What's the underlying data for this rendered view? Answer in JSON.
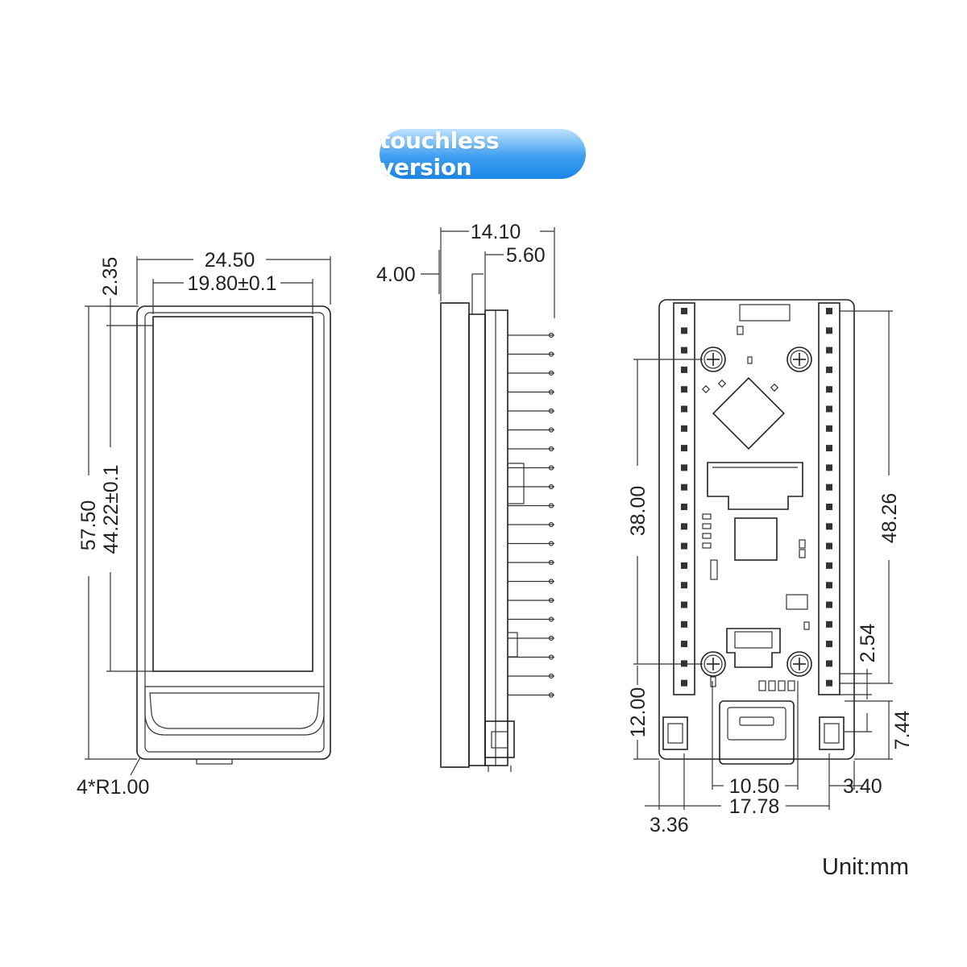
{
  "header": {
    "version_label": "touchless version"
  },
  "front_view": {
    "width_outer": "24.50",
    "width_inner": "19.80±0.1",
    "top_offset": "2.35",
    "height_outer": "57.50",
    "height_inner": "44.22±0.1",
    "corner_radius": "4*R1.00"
  },
  "side_view": {
    "total_depth": "14.10",
    "pin_depth": "5.60",
    "panel_depth": "4.00"
  },
  "back_view": {
    "hole_spacing_vertical": "38.00",
    "pin_row_length": "48.26",
    "pin_pitch": "2.54",
    "bottom_hole_offset": "12.00",
    "usb_offset": "7.44",
    "usb_width": "10.50",
    "right_offset": "3.40",
    "pin_row_spacing": "17.78",
    "left_offset": "3.36"
  },
  "footer": {
    "unit": "Unit:mm"
  },
  "colors": {
    "pill_top": "#bfe2fb",
    "pill_bottom": "#1a86e8",
    "line": "#222222"
  }
}
